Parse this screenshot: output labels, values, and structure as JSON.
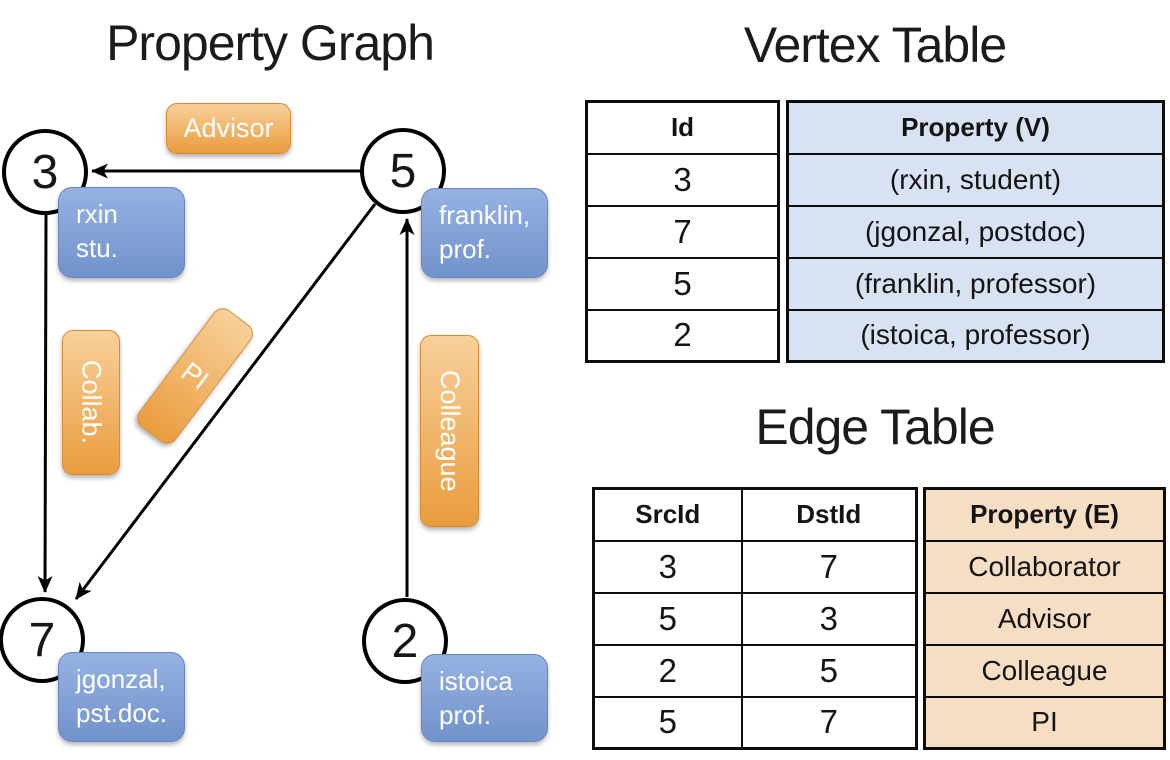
{
  "graph": {
    "title": "Property Graph",
    "vertices": [
      {
        "id": "3"
      },
      {
        "id": "5"
      },
      {
        "id": "7"
      },
      {
        "id": "2"
      }
    ],
    "vertex_boxes": {
      "rxin": {
        "line1": "rxin",
        "line2": "stu."
      },
      "franklin": {
        "line1": "franklin,",
        "line2": "prof."
      },
      "jgonzal": {
        "line1": "jgonzal,",
        "line2": "pst.doc."
      },
      "istoica": {
        "line1": "istoica",
        "line2": "prof."
      }
    },
    "edge_labels": {
      "advisor": "Advisor",
      "collab": "Collab.",
      "pi": "PI",
      "colleague": "Colleague"
    }
  },
  "vertex_table": {
    "title": "Vertex Table",
    "columns": {
      "id": "Id",
      "property": "Property (V)"
    },
    "rows": [
      {
        "id": "3",
        "property": "(rxin, student)"
      },
      {
        "id": "7",
        "property": "(jgonzal, postdoc)"
      },
      {
        "id": "5",
        "property": "(franklin, professor)"
      },
      {
        "id": "2",
        "property": "(istoica, professor)"
      }
    ]
  },
  "edge_table": {
    "title": "Edge Table",
    "columns": {
      "src": "SrcId",
      "dst": "DstId",
      "property": "Property (E)"
    },
    "rows": [
      {
        "src": "3",
        "dst": "7",
        "property": "Collaborator"
      },
      {
        "src": "5",
        "dst": "3",
        "property": "Advisor"
      },
      {
        "src": "2",
        "dst": "5",
        "property": "Colleague"
      },
      {
        "src": "5",
        "dst": "7",
        "property": "PI"
      }
    ]
  },
  "colors": {
    "canvas-bg": "#ffffff",
    "line-black": "#000000",
    "elabel-top": "#f7d09b",
    "elabel-bottom": "#ea9c3d",
    "elabel-border": "#d68c33",
    "vbox-top": "#95b2e2",
    "vbox-bottom": "#7292cc",
    "vbox-border": "#6585bf",
    "vtable-fill": "#d9e2f3",
    "etable-fill": "#f5dec4",
    "text-dark": "#141414",
    "text-white": "#ffffff"
  }
}
